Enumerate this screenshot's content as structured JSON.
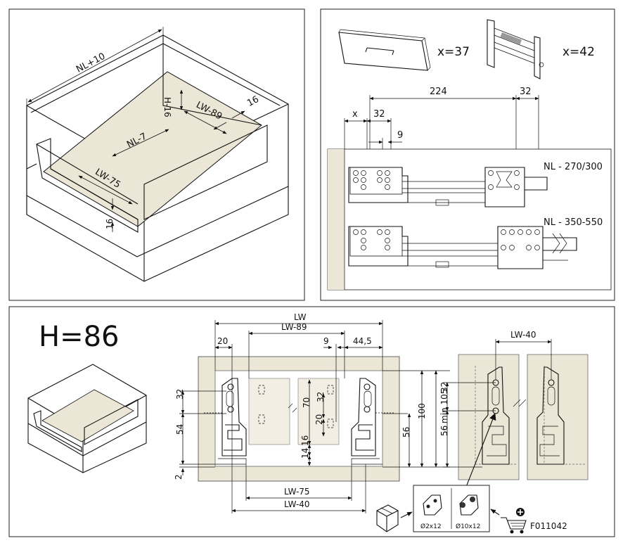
{
  "panel_top_left": {
    "labels": {
      "nl10": "NL+10",
      "h16": "H-16",
      "lw89": "LW-89",
      "s16a": "16",
      "nl7": "NL-7",
      "lw75": "LW-75",
      "s16b": "16"
    }
  },
  "panel_top_right": {
    "front_count": "x=37",
    "rail_count": "x=42",
    "dims": {
      "d224": "224",
      "d32a": "32",
      "dx": "x",
      "d32b": "32",
      "d9": "9"
    },
    "nl_short": "NL - 270/300",
    "nl_long": "NL - 350-550"
  },
  "panel_bottom": {
    "height_title": "H=86",
    "dims_top": {
      "lw": "LW",
      "lw89": "LW-89",
      "d20": "20",
      "d9": "9",
      "d445": "44,5"
    },
    "dims_left": {
      "d32": "32",
      "d54": "54",
      "d2": "2"
    },
    "dims_center": {
      "d70": "70",
      "d32": "32",
      "d20": "20",
      "d16": "16",
      "d14": "14"
    },
    "dims_right": {
      "d56": "56",
      "d100": "100",
      "min105": "min 105"
    },
    "dims_bottom": {
      "lw75": "LW-75",
      "lw40": "LW-40"
    },
    "detail": {
      "lw40": "LW-40",
      "d32": "32",
      "d56": "56"
    },
    "screw_a": "Ø2x12",
    "screw_b": "Ø10x12",
    "code": "F011042"
  }
}
